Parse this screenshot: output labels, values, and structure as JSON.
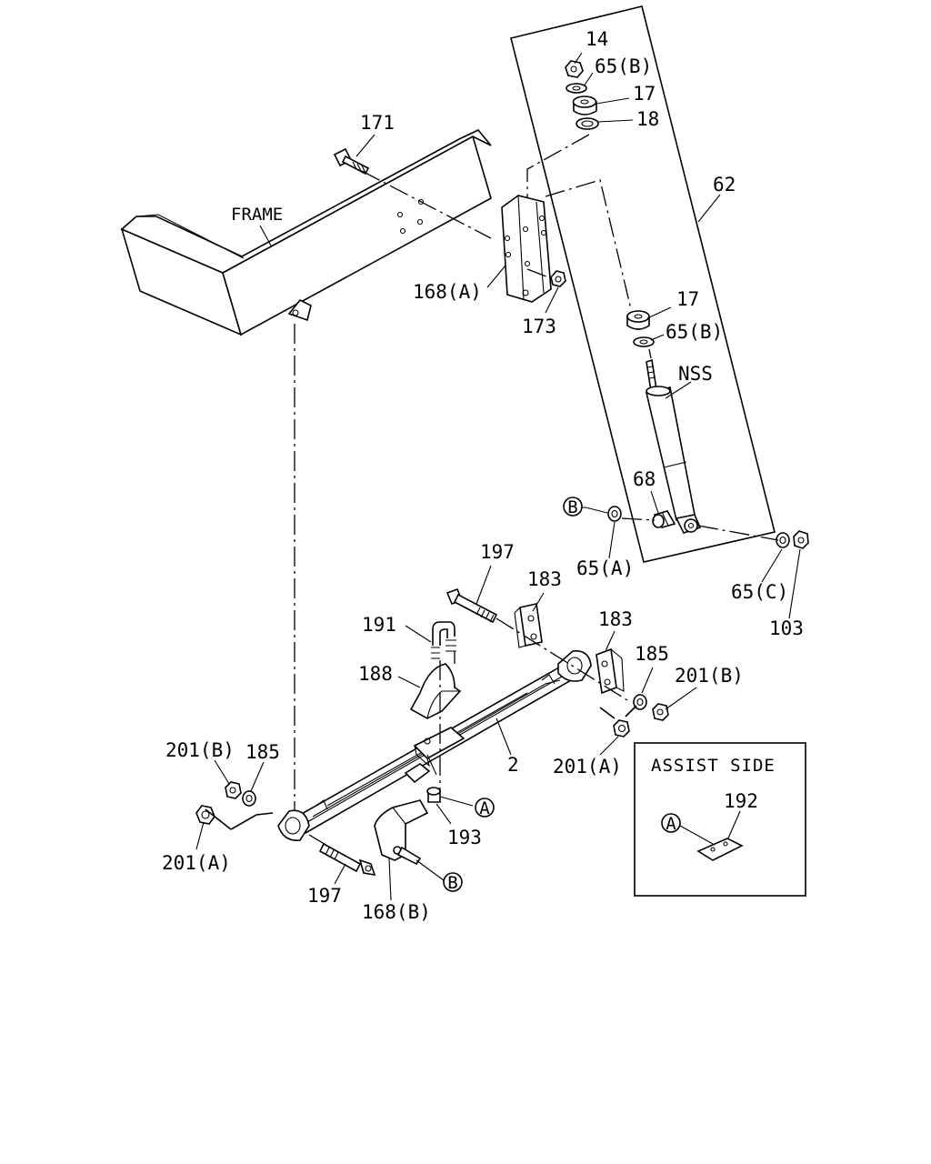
{
  "labels": {
    "frame": "FRAME",
    "assist_side": "ASSIST SIDE",
    "l14": "14",
    "l65b_1": "65(B)",
    "l17_1": "17",
    "l18": "18",
    "l171": "171",
    "l62": "62",
    "l168a": "168(A)",
    "l173": "173",
    "l17_2": "17",
    "l65b_2": "65(B)",
    "nss": "NSS",
    "l68": "68",
    "l65a": "65(A)",
    "l65c": "65(C)",
    "l103": "103",
    "l197_top": "197",
    "l183_1": "183",
    "l183_2": "183",
    "l191": "191",
    "l188": "188",
    "l185_right": "185",
    "l201b_right": "201(B)",
    "l2": "2",
    "l201a_right": "201(A)",
    "l201b_left": "201(B)",
    "l185_left": "185",
    "l201a_left": "201(A)",
    "l193": "193",
    "l197_bottom": "197",
    "l168b": "168(B)",
    "l192": "192",
    "callout_a": "A",
    "callout_b": "B"
  }
}
